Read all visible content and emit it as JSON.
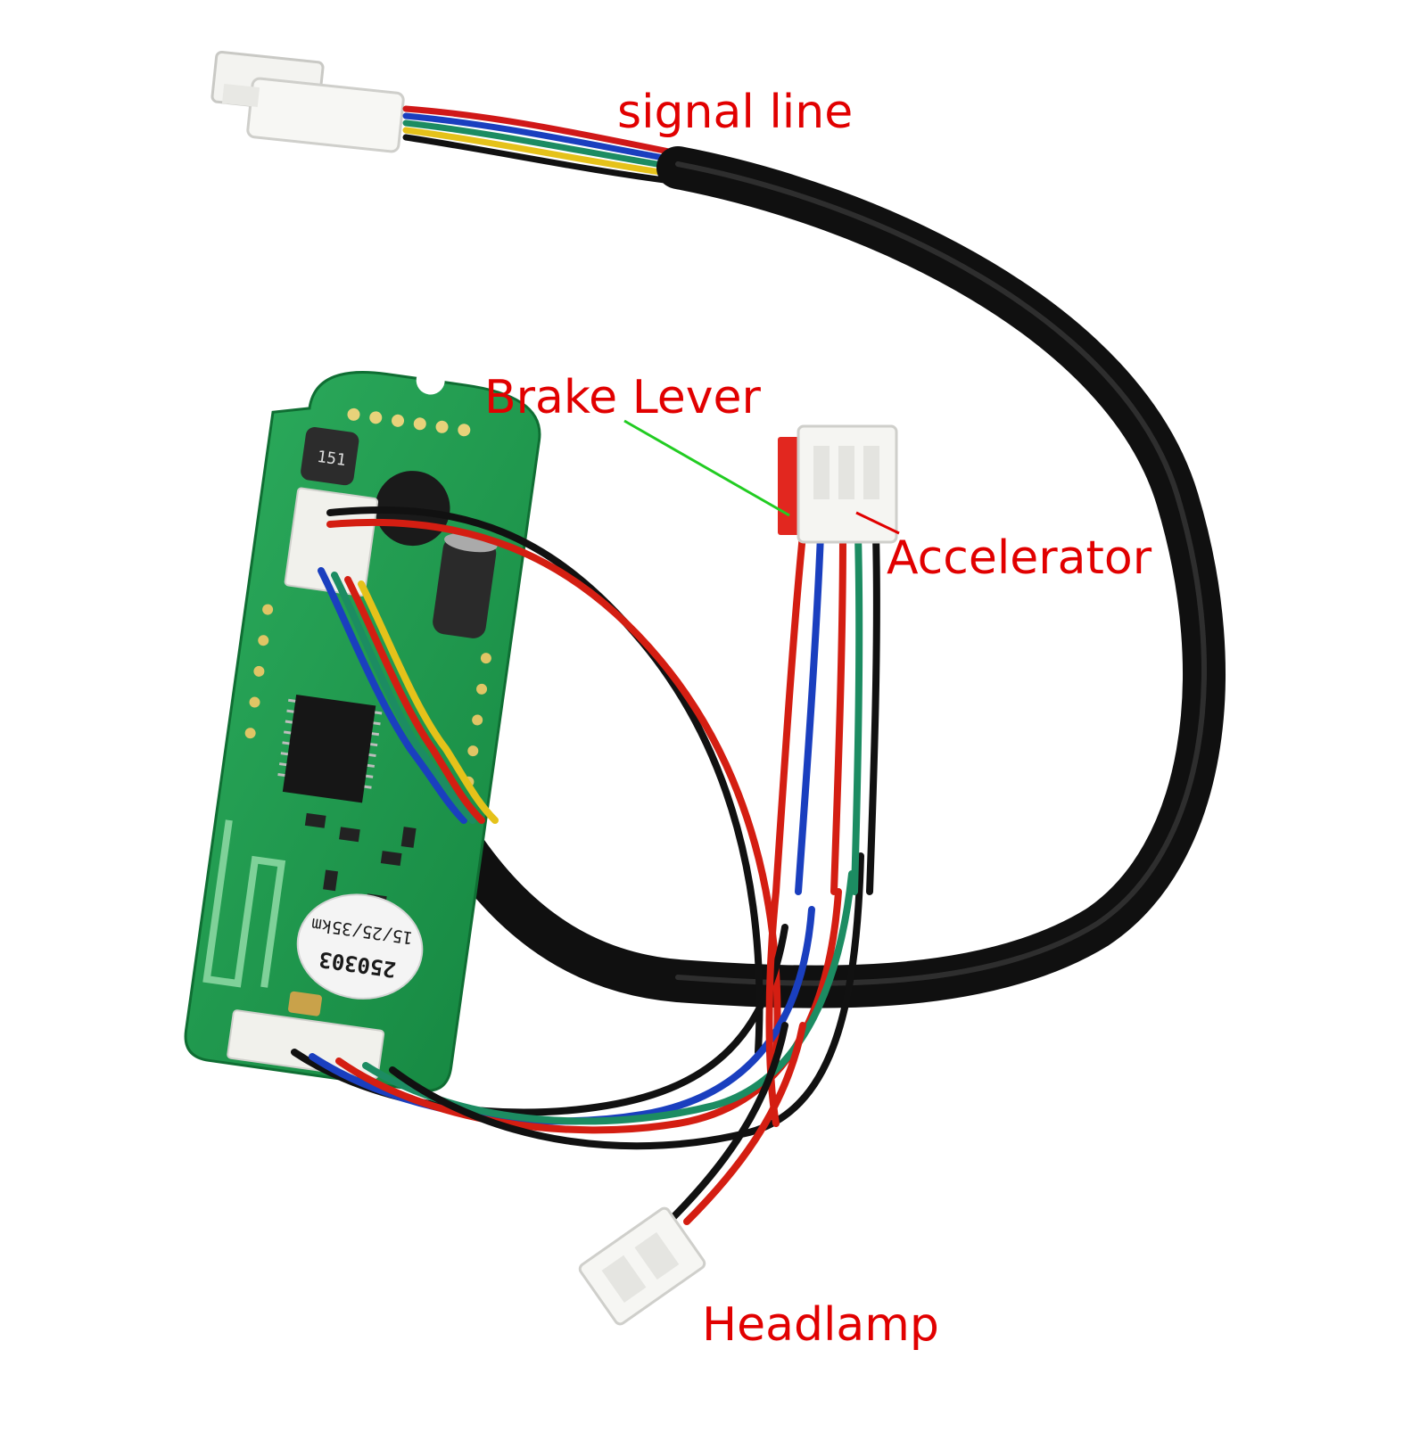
{
  "labels": {
    "signal_line": "signal line",
    "brake_lever": "Brake Lever",
    "accelerator": "Accelerator",
    "headlamp": "Headlamp"
  },
  "board": {
    "inductor_marking": "151",
    "sticker_code": "250303",
    "sticker_speeds": "15/25/35km"
  },
  "colors": {
    "label_text": "#e10000",
    "leader_brake": "#22cc22",
    "leader_accel": "#e10000",
    "pcb": "#1f9a4e",
    "cable": "#111111"
  }
}
